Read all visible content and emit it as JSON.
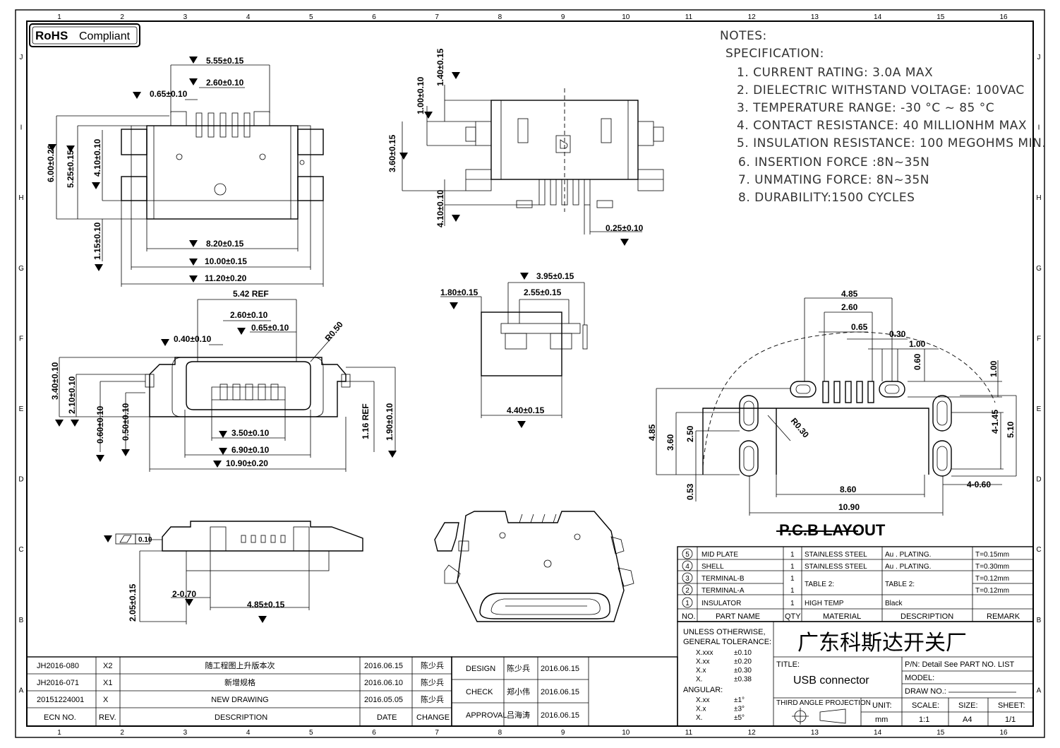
{
  "badge": {
    "rohs": "RoHS",
    "compliant": "Compliant"
  },
  "grid": {
    "cols": [
      "1",
      "2",
      "3",
      "4",
      "5",
      "6",
      "7",
      "8",
      "9",
      "10",
      "11",
      "12",
      "13",
      "14",
      "15",
      "16"
    ],
    "rows": [
      "J",
      "I",
      "H",
      "G",
      "F",
      "E",
      "D",
      "C",
      "B",
      "A"
    ]
  },
  "notes": {
    "title": "NOTES:",
    "spec": "SPECIFICATION:",
    "items": [
      "1. CURRENT RATING: 3.0A MAX",
      "2. DIELECTRIC WITHSTAND VOLTAGE: 100VAC",
      "3. TEMPERATURE RANGE: -30 °C ~ 85 °C",
      "4. CONTACT RESISTANCE: 40 MILLIONHM MAX",
      "5. INSULATION RESISTANCE: 100 MEGOHMS MIN.",
      "6. INSERTION FORCE :8N~35N",
      "7. UNMATING FORCE: 8N~35N",
      "8. DURABILITY:1500 CYCLES"
    ]
  },
  "dims": {
    "top": [
      "5.55±0.15",
      "2.60±0.10",
      "0.65±0.10",
      "6.00±0.20",
      "5.25±0.15",
      "4.10±0.10",
      "1.15±0.10",
      "8.20±0.15",
      "10.00±0.15",
      "11.20±0.20"
    ],
    "side": [
      "1.40±0.15",
      "1.00±0.10",
      "3.60±0.15",
      "4.10±0.10",
      "0.25±0.10"
    ],
    "front": [
      "5.42 REF",
      "2.60±0.10",
      "0.65±0.10",
      "0.40±0.10",
      "R0.50",
      "3.40±0.10",
      "2.10±0.10",
      "0.60±0.10",
      "0.50±0.10",
      "1.16 REF",
      "1.90±0.10",
      "3.50±0.10",
      "6.90±0.10",
      "10.90±0.20"
    ],
    "small": [
      "3.95±0.15",
      "1.80±0.15",
      "2.55±0.15",
      "4.40±0.15"
    ],
    "bottom": [
      "0.10",
      "2.05±0.15",
      "2-0.70",
      "4.85±0.15"
    ],
    "pcb": [
      "4.85",
      "2.60",
      "0.65",
      "0.30",
      "1.00",
      "0.60",
      "1.00",
      "4.85",
      "3.60",
      "2.50",
      "R0.30",
      "0.53",
      "8.60",
      "10.90",
      "4-1.45",
      "5.10",
      "4-0.60"
    ]
  },
  "pcb_title": "P.C.B LAYOUT",
  "bom": {
    "rows": [
      {
        "no": "5",
        "name": "MID PLATE",
        "qty": "1",
        "material": "STAINLESS STEEL",
        "desc": "Au . PLATING.",
        "remark": "T=0.15mm"
      },
      {
        "no": "4",
        "name": "SHELL",
        "qty": "1",
        "material": "STAINLESS STEEL",
        "desc": "Au . PLATING.",
        "remark": "T=0.30mm"
      },
      {
        "no": "3",
        "name": "TERMINAL-B",
        "qty": "1",
        "material": "TABLE 2:",
        "desc": "TABLE 2:",
        "remark": "T=0.12mm"
      },
      {
        "no": "2",
        "name": "TERMINAL-A",
        "qty": "1",
        "material": "",
        "desc": "",
        "remark": "T=0.12mm"
      },
      {
        "no": "1",
        "name": "INSULATOR",
        "qty": "1",
        "material": "HIGH TEMP",
        "desc": "Black",
        "remark": ""
      }
    ],
    "header": {
      "no": "NO.",
      "name": "PART NAME",
      "qty": "QTY",
      "material": "MATERIAL",
      "desc": "DESCRIPTION",
      "remark": "REMARK"
    }
  },
  "tolerance": {
    "title1": "UNLESS OTHERWISE,",
    "title2": "GENERAL TOLERANCE:",
    "lin": [
      [
        "X.xxx",
        "±0.10"
      ],
      [
        "X.xx",
        "±0.20"
      ],
      [
        "X.x",
        "±0.30"
      ],
      [
        "X.",
        "±0.38"
      ]
    ],
    "angular": "ANGULAR:",
    "ang": [
      [
        "X.xx",
        "±1°"
      ],
      [
        "X.x",
        "±3°"
      ],
      [
        "X.",
        "±5°"
      ]
    ]
  },
  "company": "广东科斯达开关厂",
  "title_block": {
    "title_label": "TITLE:",
    "title": "USB connector",
    "pn": "P/N: Detail See PART NO. LIST",
    "model": "MODEL:",
    "draw_no": "DRAW NO.:",
    "projection": "THIRD ANGLE PROJECTION",
    "unit_label": "UNIT:",
    "unit": "mm",
    "scale_label": "SCALE:",
    "scale": "1:1",
    "size_label": "SIZE:",
    "size": "A4",
    "sheet_label": "SHEET:",
    "sheet": "1/1"
  },
  "revisions": {
    "rows": [
      {
        "ecn": "JH2016-080",
        "rev": "X2",
        "desc": "随工程图上升版本次",
        "date": "2016.06.15",
        "change": "陈少兵"
      },
      {
        "ecn": "JH2016-071",
        "rev": "X1",
        "desc": "新增规格",
        "date": "2016.06.10",
        "change": "陈少兵"
      },
      {
        "ecn": "20151224001",
        "rev": "X",
        "desc": "NEW DRAWING",
        "date": "2016.05.05",
        "change": "陈少兵"
      }
    ],
    "header": {
      "ecn": "ECN NO.",
      "rev": "REV.",
      "desc": "DESCRIPTION",
      "date": "DATE",
      "change": "CHANGE"
    }
  },
  "approvals": [
    {
      "role": "DESIGN",
      "name": "陈少兵",
      "date": "2016.06.15"
    },
    {
      "role": "CHECK",
      "name": "郑小伟",
      "date": "2016.06.15"
    },
    {
      "role": "APPROVAL",
      "name": "吕海涛",
      "date": "2016.06.15"
    }
  ]
}
